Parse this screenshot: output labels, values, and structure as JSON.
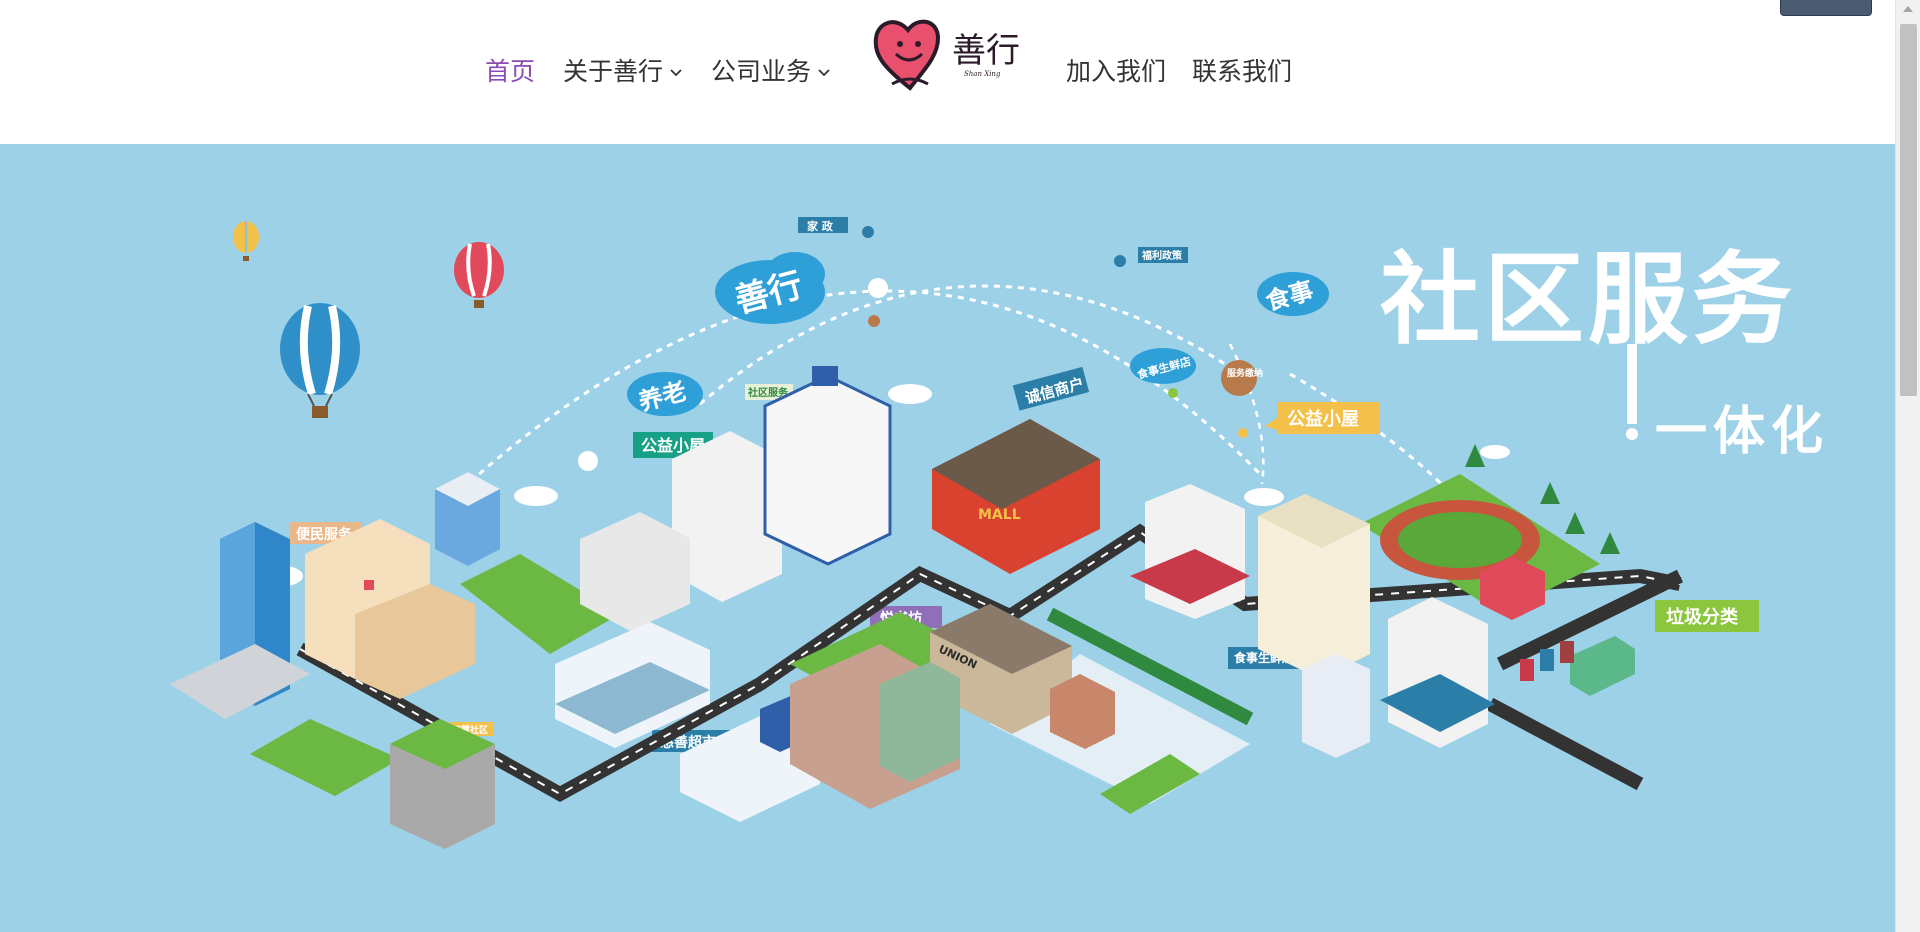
{
  "nav": {
    "home": "首页",
    "about": "关于善行",
    "business": "公司业务",
    "join": "加入我们",
    "contact": "联系我们"
  },
  "logo": {
    "text": "善行",
    "subtext": "Shan Xing"
  },
  "colors": {
    "active_nav": "#8a4bb3",
    "hero_bg": "#9dd1e8",
    "logo_heart": "#e8506e"
  },
  "hero": {
    "headline_line1": "社区服务",
    "headline_line2": "一体化",
    "cloud_labels": {
      "shanxing": "善行",
      "yanglao": "养老",
      "shishi": "食事",
      "shishi_fresh": "食事生鲜店",
      "service_collect": "服务缴纳"
    },
    "tags": {
      "jiazheng": "家 政",
      "fuli": "福利政策",
      "shequ": "社区服务",
      "gongyi_left": "公益小屋",
      "gongyi_right": "公益小屋",
      "chengxin": "诚信商户",
      "bianmin": "便民服务",
      "yueshu": "悦书坊",
      "cishan": "慈善超市",
      "zhihui": "智慧社区",
      "fresh_store": "食事生鲜店",
      "laji": "垃圾分类",
      "mall": "MALL",
      "union": "UNION"
    }
  }
}
